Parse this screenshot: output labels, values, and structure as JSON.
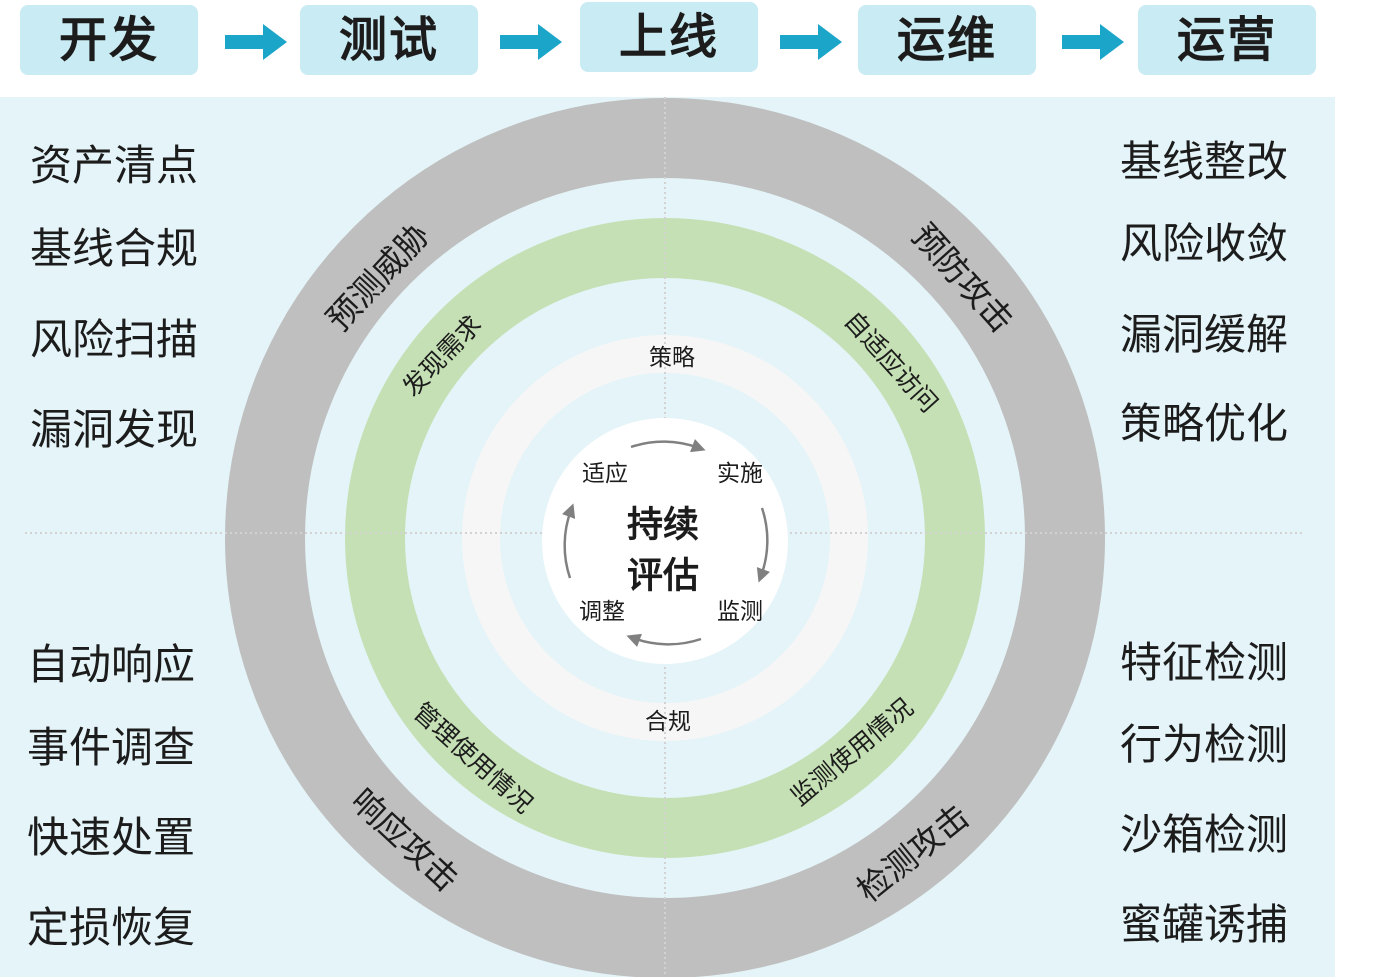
{
  "pipeline": {
    "stages": [
      "开发",
      "测试",
      "上线",
      "运维",
      "运营"
    ]
  },
  "rings": {
    "outer": {
      "top_left": "预测威胁",
      "top_right": "预防攻击",
      "bottom_left": "响应攻击",
      "bottom_right": "检测攻击"
    },
    "middle": {
      "top_left": "发现需求",
      "top_right": "自适应访问",
      "bottom_left": "管理使用情况",
      "bottom_right": "监测使用情况"
    },
    "inner": {
      "top": "策略",
      "bottom": "合规"
    }
  },
  "center": {
    "title_line1": "持续",
    "title_line2": "评估",
    "cycle": {
      "top_left": "适应",
      "top_right": "实施",
      "bottom_right": "监测",
      "bottom_left": "调整"
    }
  },
  "lists": {
    "top_left": [
      "资产清点",
      "基线合规",
      "风险扫描",
      "漏洞发现"
    ],
    "bottom_left": [
      "自动响应",
      "事件调查",
      "快速处置",
      "定损恢复"
    ],
    "top_right": [
      "基线整改",
      "风险收敛",
      "漏洞缓解",
      "策略优化"
    ],
    "bottom_right": [
      "特征检测",
      "行为检测",
      "沙箱检测",
      "蜜罐诱捕"
    ]
  },
  "icons": {
    "stage_connector": "arrow-right-icon",
    "cycle_connector": "curved-arrow-icon"
  },
  "colors": {
    "panel_background": "#e4f4f8",
    "stage_box": "#c9ebf3",
    "arrow": "#1ba5c9",
    "outer_ring": "#bfbfbf",
    "middle_ring": "#c5e0b4",
    "inner_ring": "#f6f6f6",
    "center_disc": "#ffffff",
    "text": "#1c1c1c"
  }
}
